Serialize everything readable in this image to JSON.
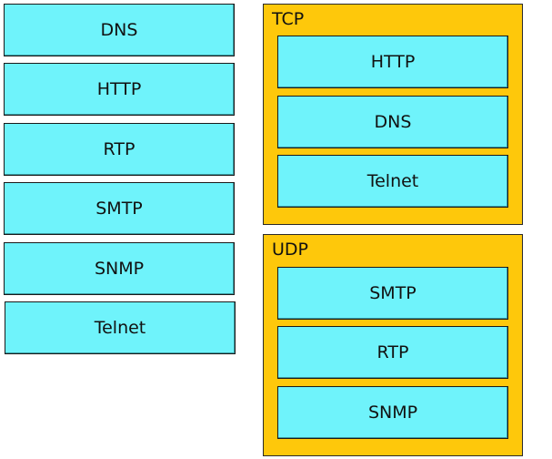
{
  "source_items": [
    "DNS",
    "HTTP",
    "RTP",
    "SMTP",
    "SNMP",
    "Telnet"
  ],
  "targets": [
    {
      "label": "TCP",
      "items": [
        "HTTP",
        "DNS",
        "Telnet"
      ]
    },
    {
      "label": "UDP",
      "items": [
        "SMTP",
        "RTP",
        "SNMP"
      ]
    }
  ],
  "colors": {
    "tile": "#6ff3fb",
    "group": "#fec80b",
    "border": "#1a1a1a"
  }
}
